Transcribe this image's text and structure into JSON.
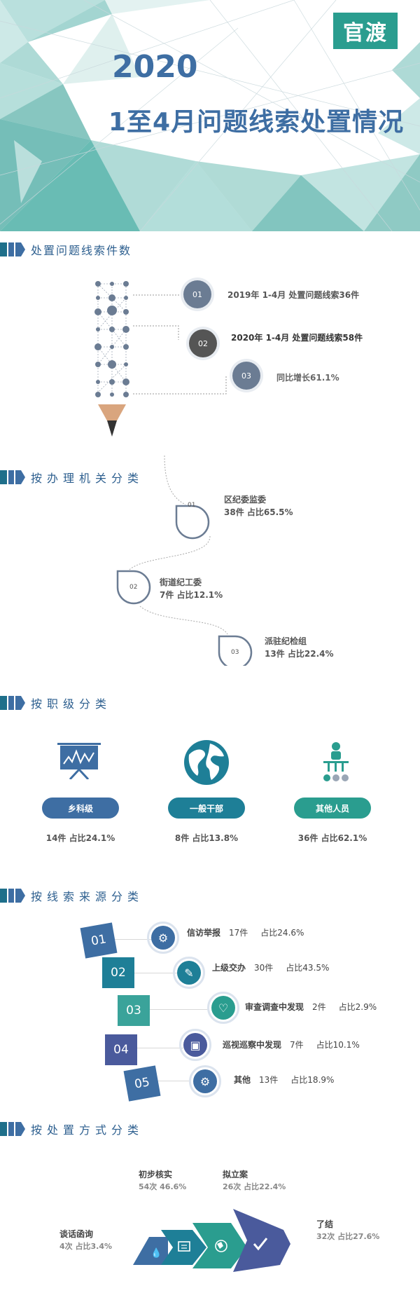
{
  "header": {
    "brand": "官渡",
    "year": "2020",
    "title": "1至4月问题线索处置情况"
  },
  "colors": {
    "primary": "#3e6ea3",
    "teal": "#2a9d8f",
    "navy": "#2d5f8f",
    "grey": "#6b7c93"
  },
  "sections": {
    "count": {
      "title": "处置问题线索件数"
    },
    "agency": {
      "title": "按办理机关分类"
    },
    "rank": {
      "title": "按职级分类"
    },
    "source": {
      "title": "按线索来源分类"
    },
    "method": {
      "title": "按处置方式分类"
    }
  },
  "count_items": [
    {
      "num": "01",
      "text": "2019年 1-4月  处置问题线索36件"
    },
    {
      "num": "02",
      "text": "2020年 1-4月  处置问题线索58件"
    },
    {
      "num": "03",
      "text": "同比增长61.1%"
    }
  ],
  "agency_items": [
    {
      "num": "01",
      "name": "区纪委监委",
      "stat": "38件  占比65.5%"
    },
    {
      "num": "02",
      "name": "街道纪工委",
      "stat": "7件  占比12.1%"
    },
    {
      "num": "03",
      "name": "派驻纪检组",
      "stat": "13件  占比22.4%"
    }
  ],
  "rank_items": [
    {
      "name": "乡科级",
      "stat": "14件  占比24.1%",
      "icon": "presentation-chart-icon"
    },
    {
      "name": "一般干部",
      "stat": "8件  占比13.8%",
      "icon": "globe-icon"
    },
    {
      "name": "其他人员",
      "stat": "36件  占比62.1%",
      "icon": "organization-icon"
    }
  ],
  "source_items": [
    {
      "num": "01",
      "name": "信访举报",
      "count": "17件",
      "pct": "占比24.6%",
      "icon": "gear-icon"
    },
    {
      "num": "02",
      "name": "上级交办",
      "count": "30件",
      "pct": "占比43.5%",
      "icon": "pencil-icon"
    },
    {
      "num": "03",
      "name": "审查调查中发现",
      "count": "2件",
      "pct": "占比2.9%",
      "icon": "heart-icon"
    },
    {
      "num": "04",
      "name": "巡视巡察中发现",
      "count": "7件",
      "pct": "占比10.1%",
      "icon": "screen-icon"
    },
    {
      "num": "05",
      "name": "其他",
      "count": "13件",
      "pct": "占比18.9%",
      "icon": "gear-icon"
    }
  ],
  "method_items": [
    {
      "name": "谈话函询",
      "stat": "4次  占比3.4%",
      "icon": "drops-icon"
    },
    {
      "name": "初步核实",
      "stat": "54次  46.6%",
      "icon": "document-icon"
    },
    {
      "name": "拟立案",
      "stat": "26次  占比22.4%",
      "icon": "globe-icon"
    },
    {
      "name": "了结",
      "stat": "32次  占比27.6%",
      "icon": "check-icon"
    }
  ]
}
